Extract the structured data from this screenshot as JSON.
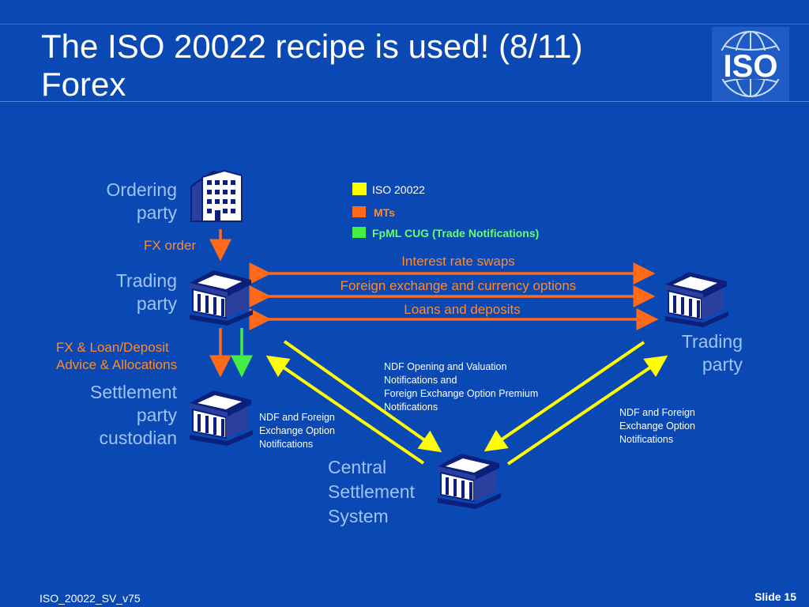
{
  "title": {
    "line1": "The ISO 20022 recipe is used! (8/11)",
    "line2": "Forex"
  },
  "logo": {
    "text": "ISO",
    "icon": "globe-icon"
  },
  "colors": {
    "background": "#0a49b4",
    "iso20022": "#ffff00",
    "mts": "#ff6a1a",
    "fpml": "#44ee44",
    "label_blue": "#9ec3f4",
    "label_orange": "#ff8a2c"
  },
  "legend": {
    "iso20022": "ISO 20022",
    "mts": "MTs",
    "fpml": "FpML CUG (Trade Notifications)"
  },
  "nodes": {
    "ordering_party": {
      "line1": "Ordering",
      "line2": "party",
      "icon": "office-building-icon"
    },
    "trading_party_left": {
      "line1": "Trading",
      "line2": "party",
      "icon": "bank-icon"
    },
    "settlement_party": {
      "line1": "Settlement",
      "line2": "party",
      "line3": "custodian",
      "icon": "bank-icon"
    },
    "trading_party_right": {
      "line1": "Trading",
      "line2": "party",
      "icon": "bank-icon"
    },
    "central_settlement": {
      "line1": "Central",
      "line2": "Settlement",
      "line3": "System",
      "icon": "bank-icon"
    }
  },
  "flows": {
    "fx_order": "FX order",
    "advice_line1": "FX & Loan/Deposit",
    "advice_line2": "Advice & Allocations",
    "interest_rate_swaps": "Interest rate swaps",
    "forex_options": "Foreign exchange and currency options",
    "loans_deposits": "Loans and deposits",
    "ndf_center_line1": "NDF Opening and Valuation",
    "ndf_center_line2": "Notifications and",
    "ndf_center_line3": "Foreign Exchange Option Premium",
    "ndf_center_line4": "Notifications",
    "ndf_left_line1": "NDF and Foreign",
    "ndf_left_line2": "Exchange Option",
    "ndf_left_line3": "Notifications",
    "ndf_right_line1": "NDF and Foreign",
    "ndf_right_line2": "Exchange Option",
    "ndf_right_line3": "Notifications"
  },
  "footer": {
    "document_id": "ISO_20022_SV_v75",
    "slide": "Slide 15"
  }
}
